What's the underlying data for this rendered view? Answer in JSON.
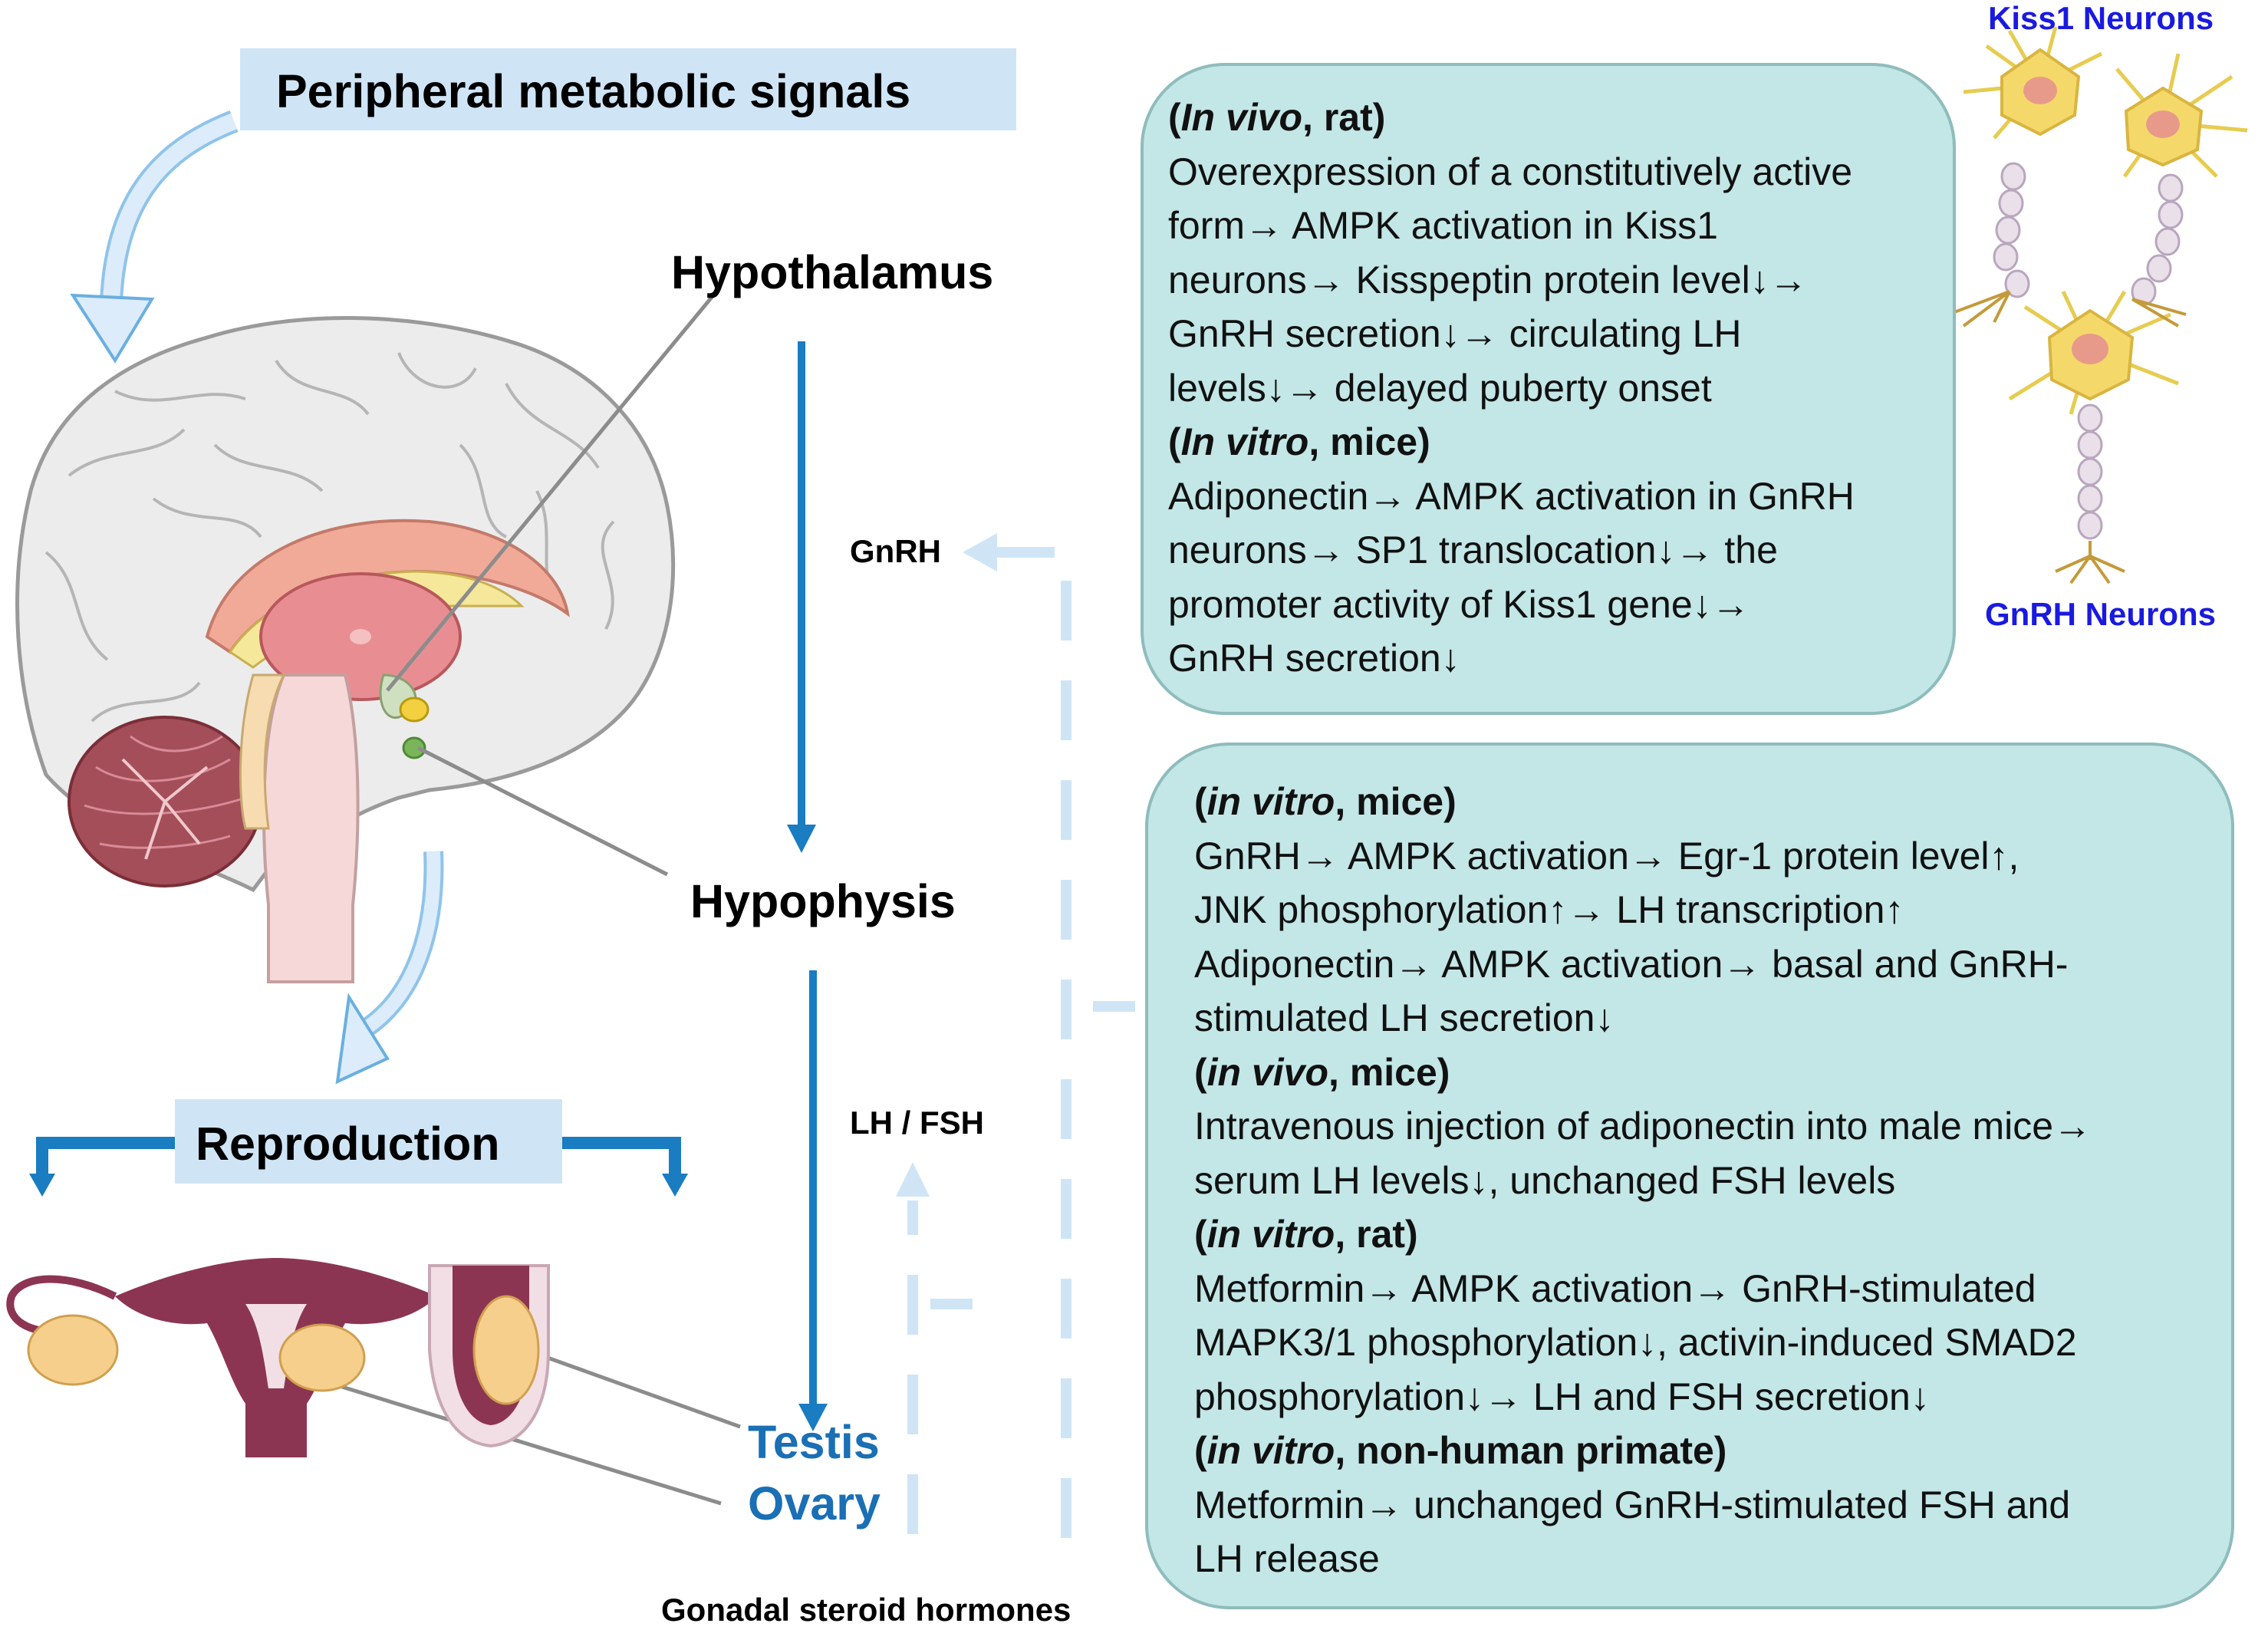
{
  "labels": {
    "peripheral": "Peripheral metabolic signals",
    "hypothalamus": "Hypothalamus",
    "hypophysis": "Hypophysis",
    "reproduction": "Reproduction",
    "testis": "Testis",
    "ovary": "Ovary",
    "gnrh": "GnRH",
    "lh_fsh": "LH / FSH",
    "gonadal": "Gonadal steroid hormones",
    "kiss1_neurons": "Kiss1 Neurons",
    "gnrh_neurons": "GnRH Neurons"
  },
  "panel1": {
    "h1": {
      "pre": "(",
      "em": "In vivo",
      "post": ", rat)"
    },
    "t1": [
      "Overexpression of a constitutively active",
      "form→ AMPK activation in Kiss1",
      "neurons→ Kisspeptin protein level↓→",
      "GnRH secretion↓→  circulating LH",
      "levels↓→ delayed puberty onset"
    ],
    "h2": {
      "pre": "(",
      "em": "In vitro",
      "post": ", mice)"
    },
    "t2": [
      "Adiponectin→ AMPK activation in GnRH",
      "neurons→ SP1 translocation↓→ the",
      "promoter activity of Kiss1 gene↓→",
      "GnRH secretion↓"
    ]
  },
  "panel2": {
    "h1": {
      "pre": "(",
      "em": "in vitro",
      "post": ", mice)"
    },
    "t1": [
      "GnRH→ AMPK activation→ Egr-1 protein level↑,",
      "JNK phosphorylation↑→ LH transcription↑",
      "Adiponectin→ AMPK activation→ basal and GnRH-",
      "stimulated LH secretion↓"
    ],
    "h2": {
      "pre": "(",
      "em": "in vivo",
      "post": ", mice)"
    },
    "t2": [
      "Intravenous injection of adiponectin into male mice→",
      "serum LH levels↓, unchanged FSH levels"
    ],
    "h3": {
      "pre": "(",
      "em": "in vitro",
      "post": ", rat)"
    },
    "t3": [
      "Metformin→ AMPK activation→ GnRH-stimulated",
      "MAPK3/1 phosphorylation↓, activin-induced SMAD2",
      "phosphorylation↓→ LH and FSH secretion↓"
    ],
    "h4": {
      "pre": "(",
      "em": "in vitro",
      "post": ", non-human primate)"
    },
    "t4": [
      "Metformin→ unchanged GnRH-stimulated FSH and",
      "LH release"
    ]
  },
  "colors": {
    "axis_arrow": "#1a7cc1",
    "feedback_dash": "#cfe5f6",
    "panel_fill": "#c3e6e6",
    "gonad_label": "#1a6fb5",
    "neuron_label": "#1a1adf"
  }
}
